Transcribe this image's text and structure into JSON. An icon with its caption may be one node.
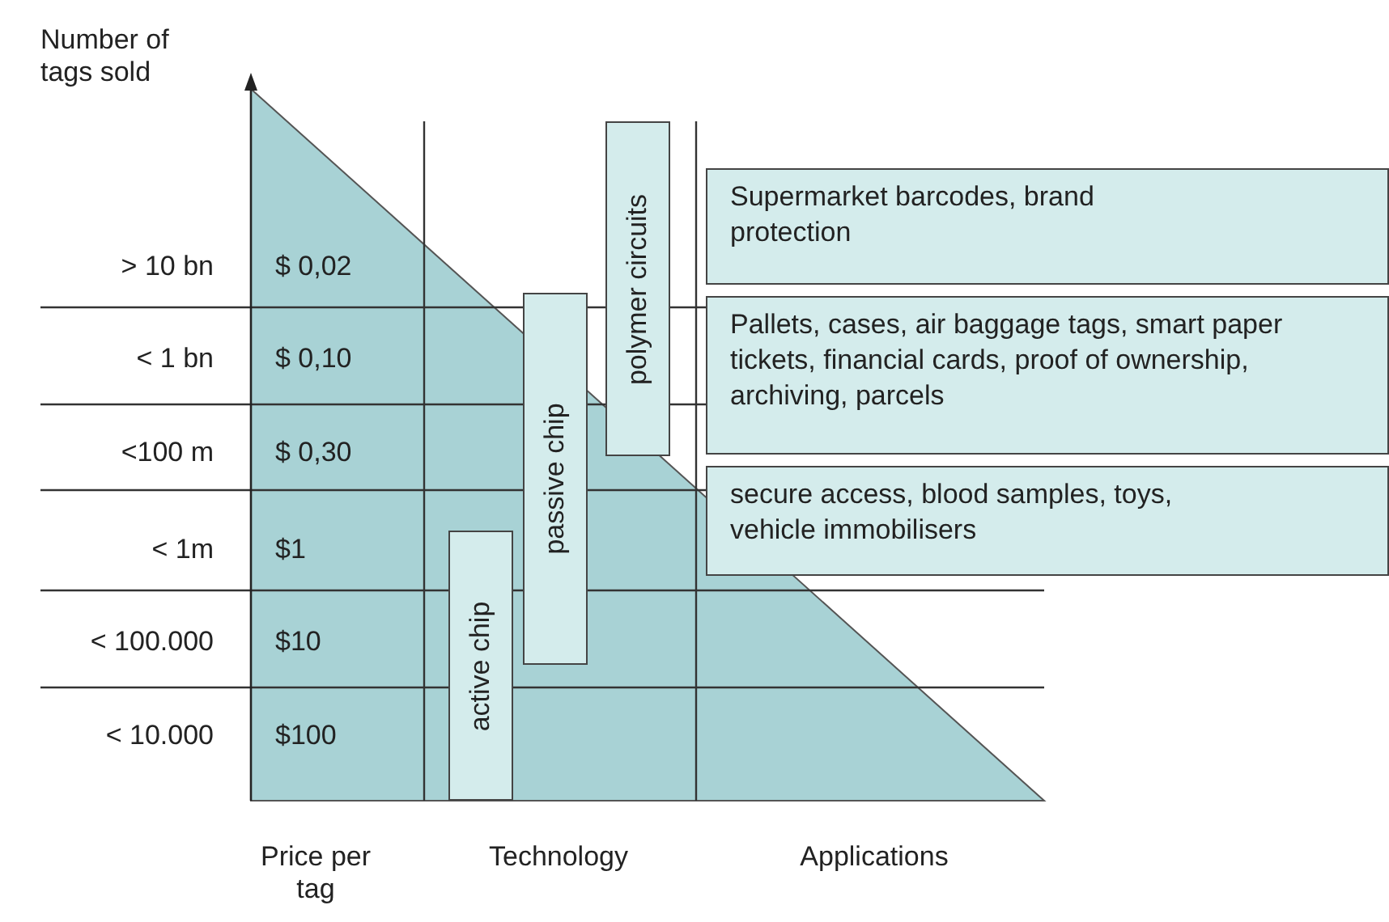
{
  "diagram": {
    "nodes": [
      {
        "text": [
          "polymer circuits"
        ]
      },
      {
        "text": [
          "passive chip"
        ]
      },
      {
        "text": [
          "active chip"
        ]
      },
      {
        "text": [
          "Supermarket barcodes, brand protection"
        ]
      },
      {
        "text": [
          "Pallets, cases, air baggage tags, smart paper tickets, financial cards, proof of ownership, archiving, parcels"
        ]
      },
      {
        "text": [
          "secure access, blood samples, toys, vehicle immobilisers"
        ]
      }
    ],
    "labels": [
      "Number of tags sold",
      "> 10 bn",
      "$ 0,02",
      "< 1 bn",
      "$ 0,10",
      "<100 m",
      "$ 0,30",
      "< 1m",
      "$1",
      "< 100.000",
      "$10",
      "< 10.000",
      "$100",
      "Price per tag",
      "Technology",
      "Applications"
    ]
  }
}
